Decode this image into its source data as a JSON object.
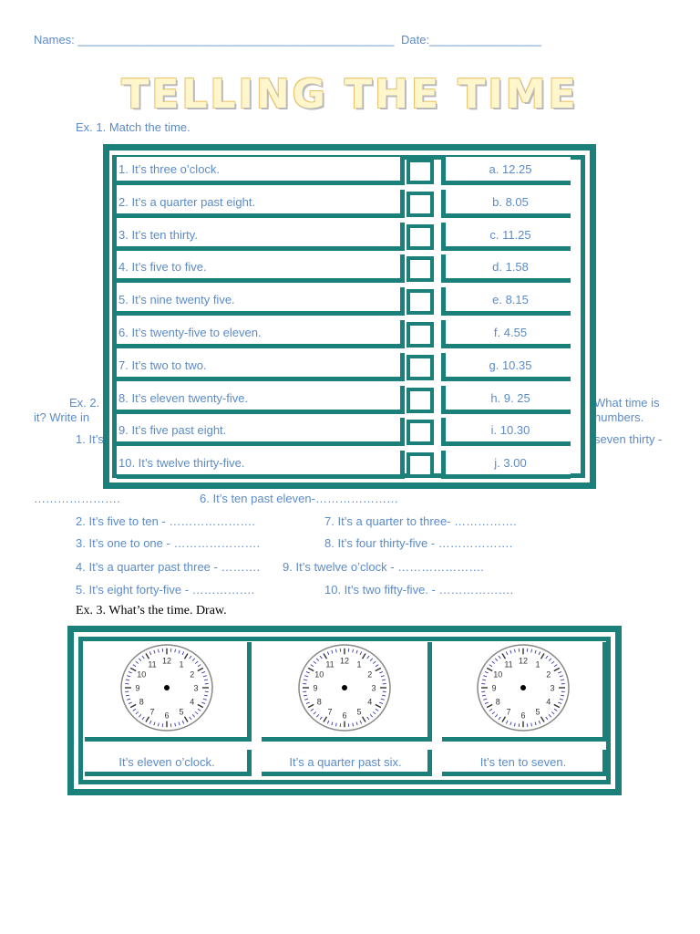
{
  "header": {
    "names_label": "Names: ________________________________________________",
    "date_label": "Date:_________________"
  },
  "title": "TELLING THE TIME",
  "ex1": {
    "heading": "Ex. 1. Match the time.",
    "left": [
      "1. It’s three o’clock.",
      "2. It’s a quarter past eight.",
      "3. It’s ten thirty.",
      "4. It’s five to five.",
      "5. It’s nine twenty five.",
      "6. It’s twenty-five to eleven.",
      "7. It’s two to two.",
      "8. It’s eleven twenty-five.",
      "9. It’s five past eight.",
      "10. It’s twelve thirty-five."
    ],
    "right": [
      "a. 12.25",
      "b. 8.05",
      "c. 11.25",
      "d. 1.58",
      "e. 8.15",
      "f. 4.55",
      "g. 10.35",
      "h. 9. 25",
      "i. 10.30",
      "j. 3.00"
    ]
  },
  "ex2": {
    "heading_left": "Ex. 2.",
    "heading_right": "What time is",
    "line2_left": "it? Write in",
    "line2_right": "numbers.",
    "item1_left": "1. It’s",
    "item1_right": "seven thirty -",
    "dots_left": "………………….",
    "item6": "6. It’s ten past eleven-…………………",
    "item2": "2. It’s five to ten - ………………….",
    "item7": "7. It’s a quarter to three- …………….",
    "item3": "3. It’s one to one - ………………….",
    "item8": "8. It’s four thirty-five - ……………….",
    "item4": "4. It’s a quarter past three - ……….",
    "item9": "9. It’s twelve o’clock - ………………….",
    "item5": "5. It’s eight forty-five - …………….",
    "item10": "10. It’s two fifty-five. - ………………."
  },
  "ex3": {
    "heading": "Ex. 3. What’s the time. Draw.",
    "captions": [
      "It’s eleven o’clock.",
      "It’s a quarter past six.",
      "It’s ten to seven."
    ],
    "clock_numbers": [
      "12",
      "1",
      "2",
      "3",
      "4",
      "5",
      "6",
      "7",
      "8",
      "9",
      "10",
      "11"
    ]
  },
  "colors": {
    "teal": "#1a8079",
    "text_blue": "#5b8bc9",
    "title_fill": "#fff6cc"
  }
}
